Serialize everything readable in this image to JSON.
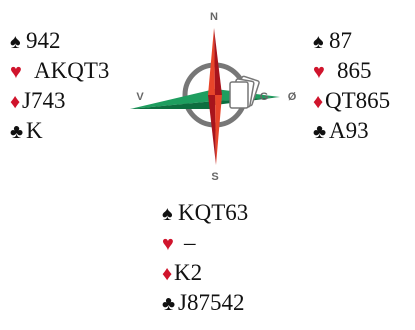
{
  "compass": {
    "north": "N",
    "south": "S",
    "west": "V",
    "east": "Ø",
    "card_label": "G"
  },
  "colors": {
    "red": "#d0142c",
    "green": "#1e9e5f",
    "black": "#111111",
    "gray": "#777777"
  },
  "west": [
    {
      "suit": "spade",
      "symbol": "♠",
      "cards": "942"
    },
    {
      "suit": "heart",
      "symbol": "♥",
      "cards": "AKQT3"
    },
    {
      "suit": "diamond",
      "symbol": "♦",
      "cards": "J743"
    },
    {
      "suit": "club",
      "symbol": "♣",
      "cards": "K"
    }
  ],
  "east": [
    {
      "suit": "spade",
      "symbol": "♠",
      "cards": "87"
    },
    {
      "suit": "heart",
      "symbol": "♥",
      "cards": "865"
    },
    {
      "suit": "diamond",
      "symbol": "♦",
      "cards": "QT865"
    },
    {
      "suit": "club",
      "symbol": "♣",
      "cards": "A93"
    }
  ],
  "south": [
    {
      "suit": "spade",
      "symbol": "♠",
      "cards": "KQT63"
    },
    {
      "suit": "heart",
      "symbol": "♥",
      "cards": "–"
    },
    {
      "suit": "diamond",
      "symbol": "♦",
      "cards": "K2"
    },
    {
      "suit": "club",
      "symbol": "♣",
      "cards": "J87542"
    }
  ]
}
